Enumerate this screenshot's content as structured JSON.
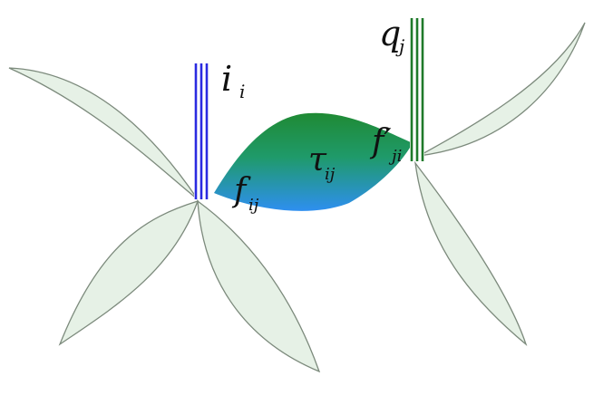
{
  "labels": {
    "i_base": "i",
    "i_sub": "i",
    "q_base": "q",
    "q_sub": "j",
    "f_base": "f",
    "f_sub": "ij",
    "tau_base": "τ",
    "tau_sub": "ij",
    "fprime_base": "f′",
    "fprime_sub": "ji"
  },
  "colors": {
    "left_bar": "#2a2ae0",
    "right_bar": "#1f7a2a",
    "petal_fill": "#e6f1e6",
    "petal_stroke": "#7c8a7c",
    "tube_top": "#1f8a34",
    "tube_bottom": "#2e8ff0"
  }
}
